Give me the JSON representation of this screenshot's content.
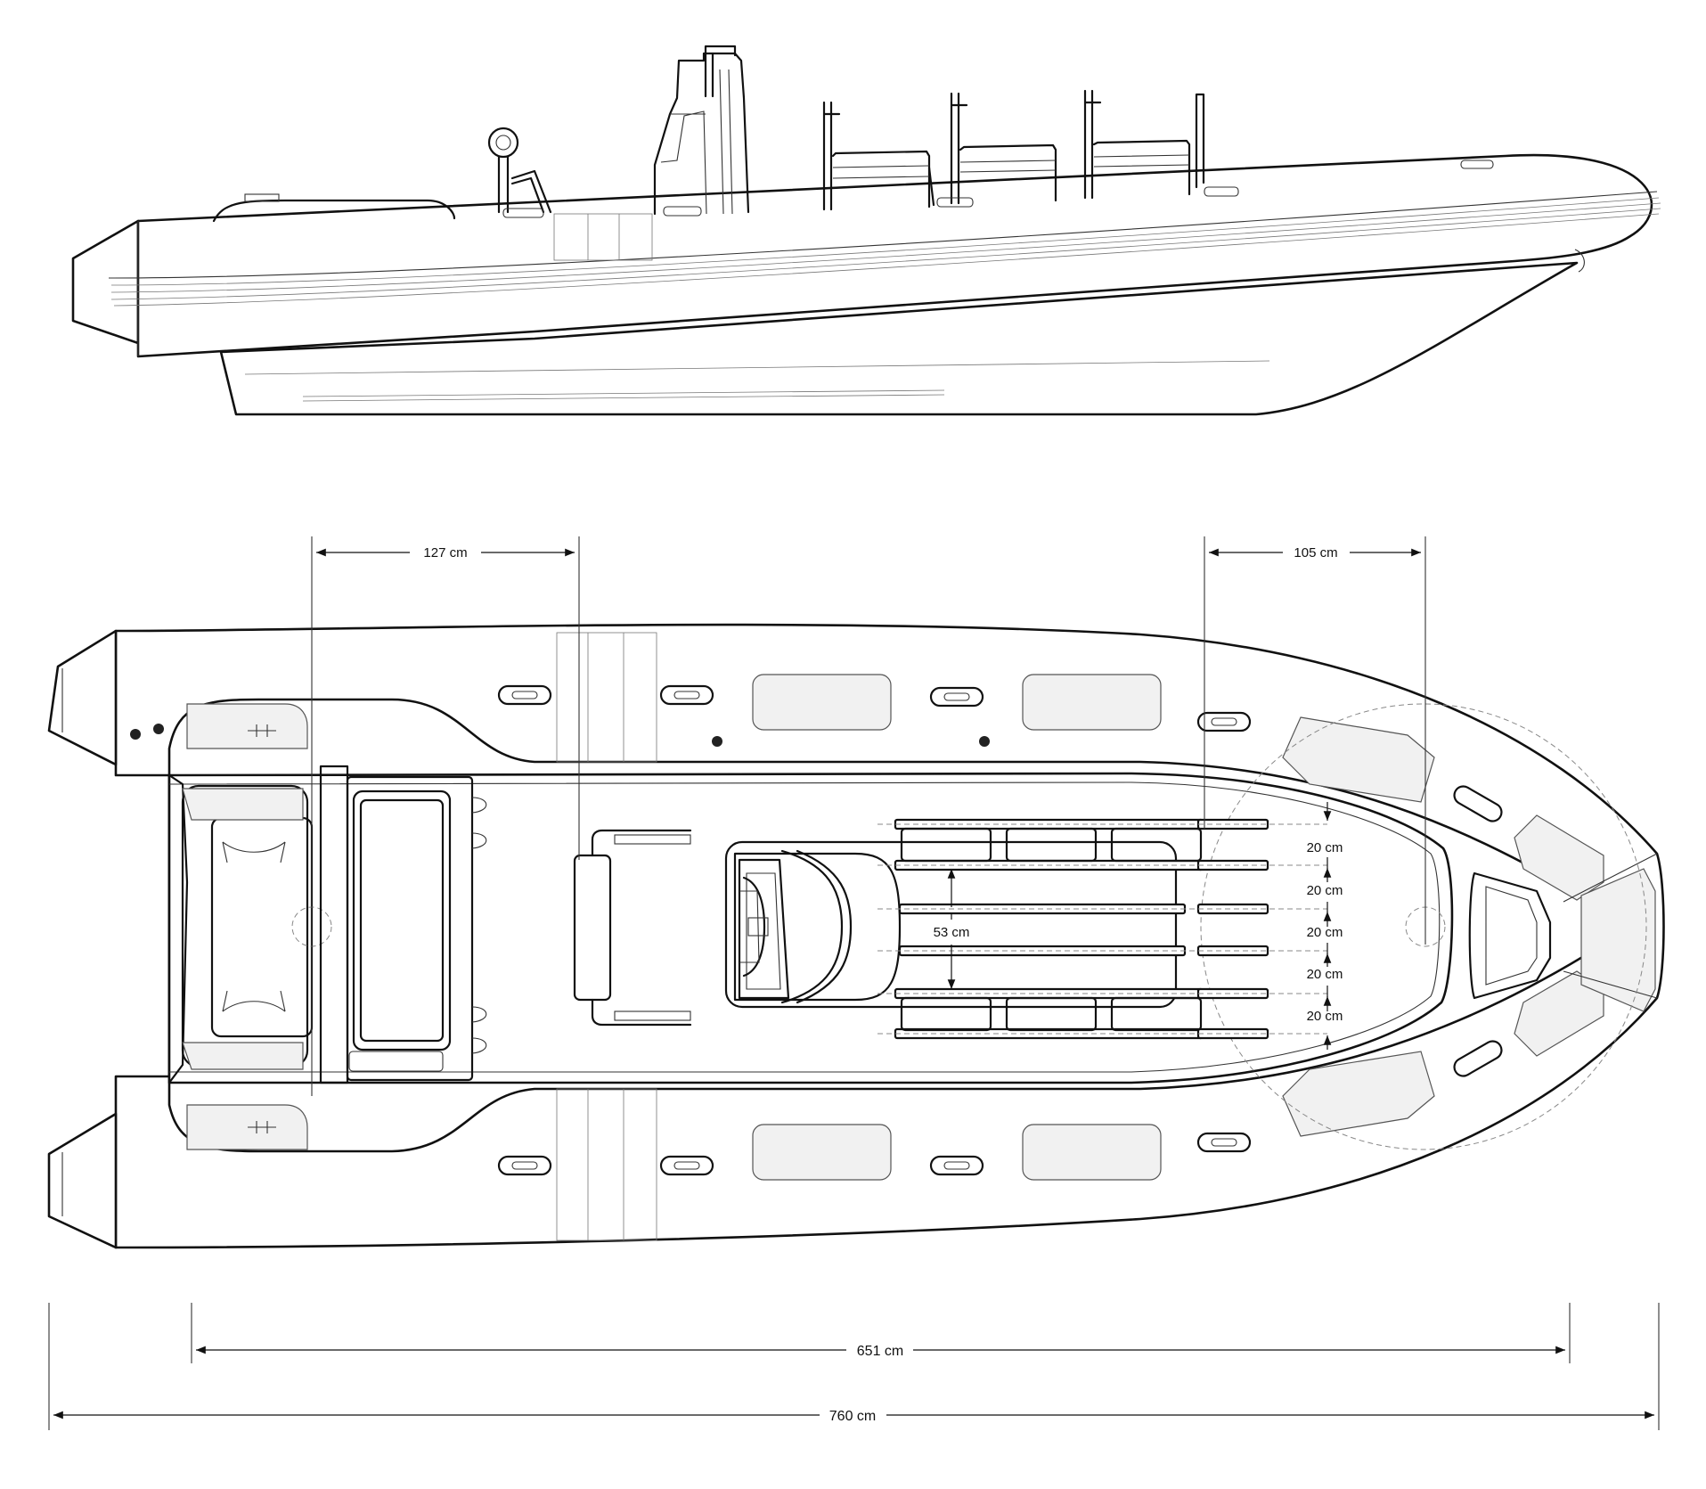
{
  "dimensions": {
    "bow_locker_width": "127 cm",
    "stern_width": "105 cm",
    "seat_depth": "53 cm",
    "rail_spacing": [
      "20 cm",
      "20 cm",
      "20 cm",
      "20 cm",
      "20 cm"
    ],
    "hull_length": "651 cm",
    "overall_length": "760 cm"
  }
}
